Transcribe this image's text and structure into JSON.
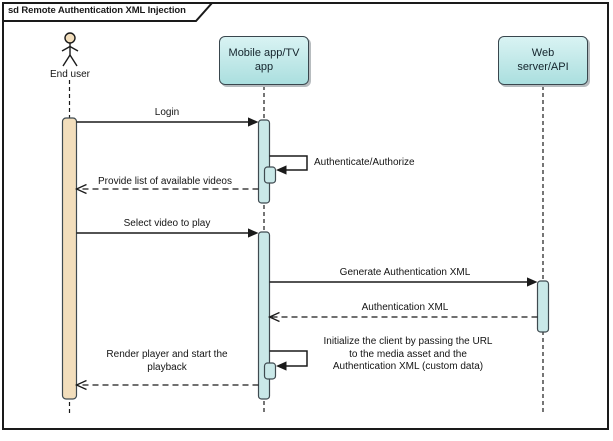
{
  "frame": {
    "title": "sd Remote Authentication XML Injection"
  },
  "participants": [
    {
      "name": "End user",
      "kind": "actor"
    },
    {
      "name": "Mobile app/TV app",
      "kind": "lifeline"
    },
    {
      "name": "Web server/API",
      "kind": "lifeline"
    }
  ],
  "messages": [
    {
      "label": "Login",
      "from": "End user",
      "to": "Mobile app/TV app",
      "kind": "sync"
    },
    {
      "label": "Authenticate/Authorize",
      "from": "Mobile app/TV app",
      "to": "Mobile app/TV app",
      "kind": "self"
    },
    {
      "label": "Provide list of available videos",
      "from": "Mobile app/TV app",
      "to": "End user",
      "kind": "return"
    },
    {
      "label": "Select video to play",
      "from": "End user",
      "to": "Mobile app/TV app",
      "kind": "sync"
    },
    {
      "label": "Generate Authentication XML",
      "from": "Mobile app/TV app",
      "to": "Web server/API",
      "kind": "sync"
    },
    {
      "label": "Authentication XML",
      "from": "Web server/API",
      "to": "Mobile app/TV app",
      "kind": "return"
    },
    {
      "label": "Initialize the client by passing the URL to the media asset and the Authentication XML (custom data)",
      "lines": [
        "Initialize the client by passing the URL",
        "to the media asset and the",
        "Authentication XML (custom data)"
      ],
      "from": "Mobile app/TV app",
      "to": "Mobile app/TV app",
      "kind": "self"
    },
    {
      "label": "Render player and start the playback",
      "lines": [
        "Render player and start the",
        "playback"
      ],
      "from": "Mobile app/TV app",
      "to": "End user",
      "kind": "return"
    }
  ],
  "colors": {
    "line": "#1a1a1a",
    "activation_actor": "#f2debc",
    "activation_object": "#c9e8e8",
    "activation_border": "#3f4a50",
    "box_fill_top": "#d9f3f3",
    "box_fill_bottom": "#abdfdf",
    "box_border": "#39464d",
    "actor_head": "#f2debc"
  }
}
